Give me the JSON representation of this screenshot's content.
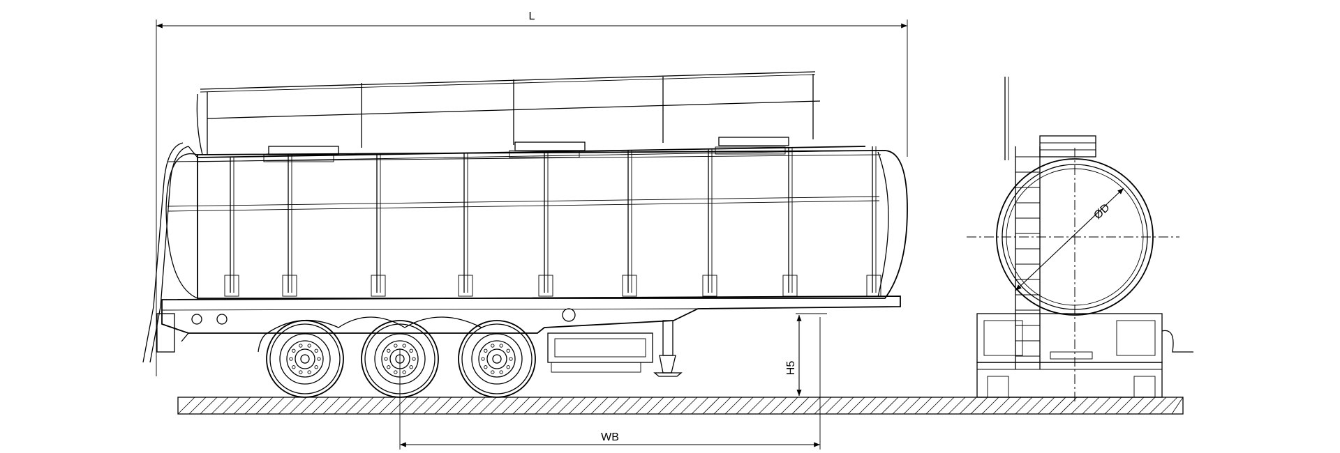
{
  "drawing": {
    "title": "",
    "views": [
      "side-view",
      "rear-view"
    ]
  },
  "dimensions": {
    "overall_length": "L",
    "wheelbase": "WB",
    "fifth_wheel_height": "H5",
    "tank_diameter": "ØD"
  },
  "colors": {
    "line": "#000000",
    "background": "#ffffff"
  }
}
